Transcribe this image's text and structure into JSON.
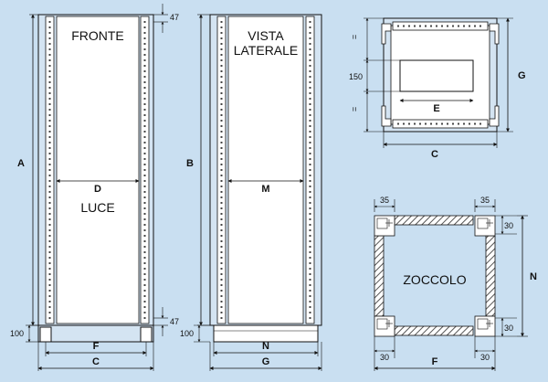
{
  "colors": {
    "background": "#c9dff1",
    "panel": "#ffffff",
    "frame": "#d4e4f2",
    "stroke": "#111111",
    "hatch": "#555555"
  },
  "front": {
    "title": "FRONTE",
    "width_center": "D",
    "subtitle": "LUCE",
    "height": "A",
    "top_gap": "47",
    "bottom_gap": "47",
    "base_height": "100",
    "feet_span": "F",
    "total_width": "C"
  },
  "side": {
    "title_line1": "VISTA",
    "title_line2": "LATERALE",
    "depth_center": "M",
    "height": "B",
    "base_height": "100",
    "inner_depth": "N",
    "total_depth": "G"
  },
  "top": {
    "side_mark_upper": "=",
    "slot_height": "150",
    "side_mark_lower": "=",
    "slot_width": "E",
    "depth": "G",
    "width": "C"
  },
  "plinth": {
    "title": "ZOCCOLO",
    "corner_left": "35",
    "corner_right": "35",
    "right_top": "30",
    "right_bottom": "30",
    "depth": "N",
    "bottom_left": "30",
    "bottom_right": "30",
    "width": "F"
  }
}
